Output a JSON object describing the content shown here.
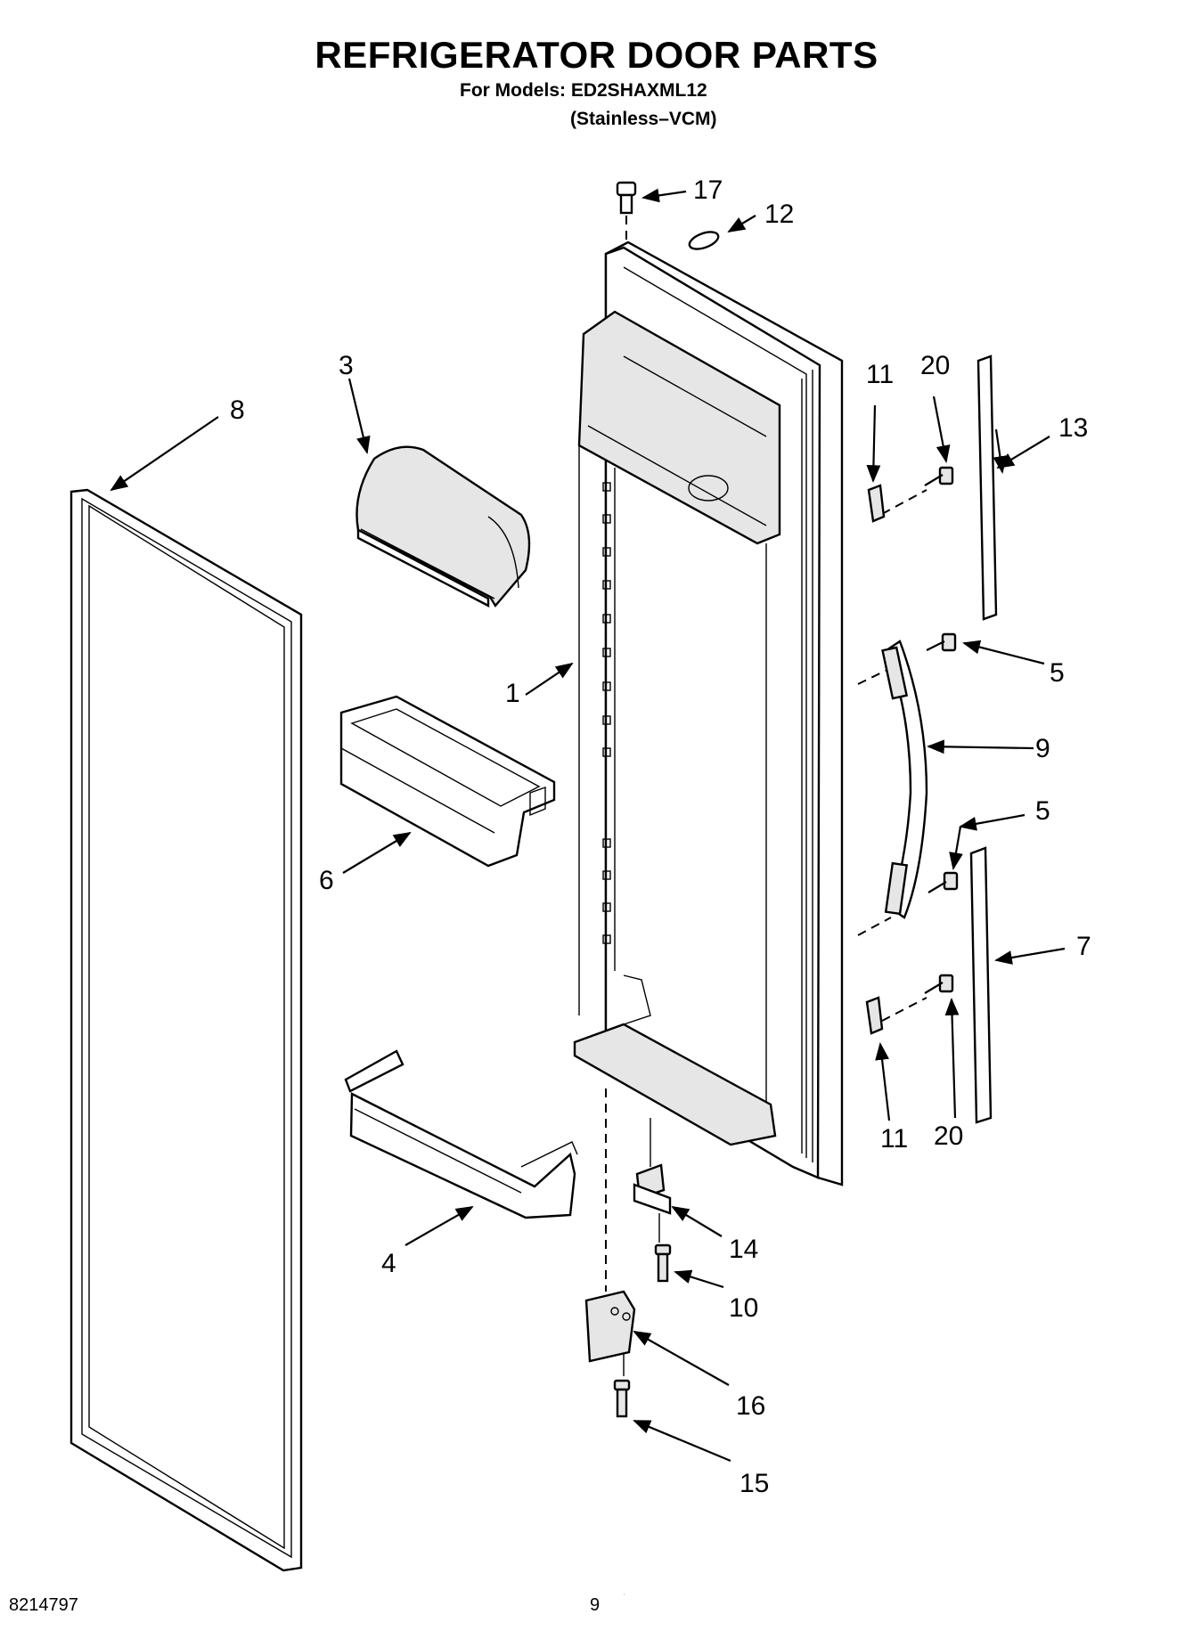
{
  "header": {
    "title": "REFRIGERATOR DOOR PARTS",
    "models_line": "For Models: ED2SHAXML12",
    "variant_line": "(Stainless–VCM)"
  },
  "footer": {
    "doc_number": "8214797",
    "page_number": "9"
  },
  "callouts": {
    "c1": "1",
    "c3": "3",
    "c4": "4",
    "c5a": "5",
    "c5b": "5",
    "c6": "6",
    "c7": "7",
    "c8": "8",
    "c9": "9",
    "c10": "10",
    "c11a": "11",
    "c11b": "11",
    "c12": "12",
    "c13": "13",
    "c14": "14",
    "c15": "15",
    "c16": "16",
    "c17": "17",
    "c20a": "20",
    "c20b": "20"
  }
}
